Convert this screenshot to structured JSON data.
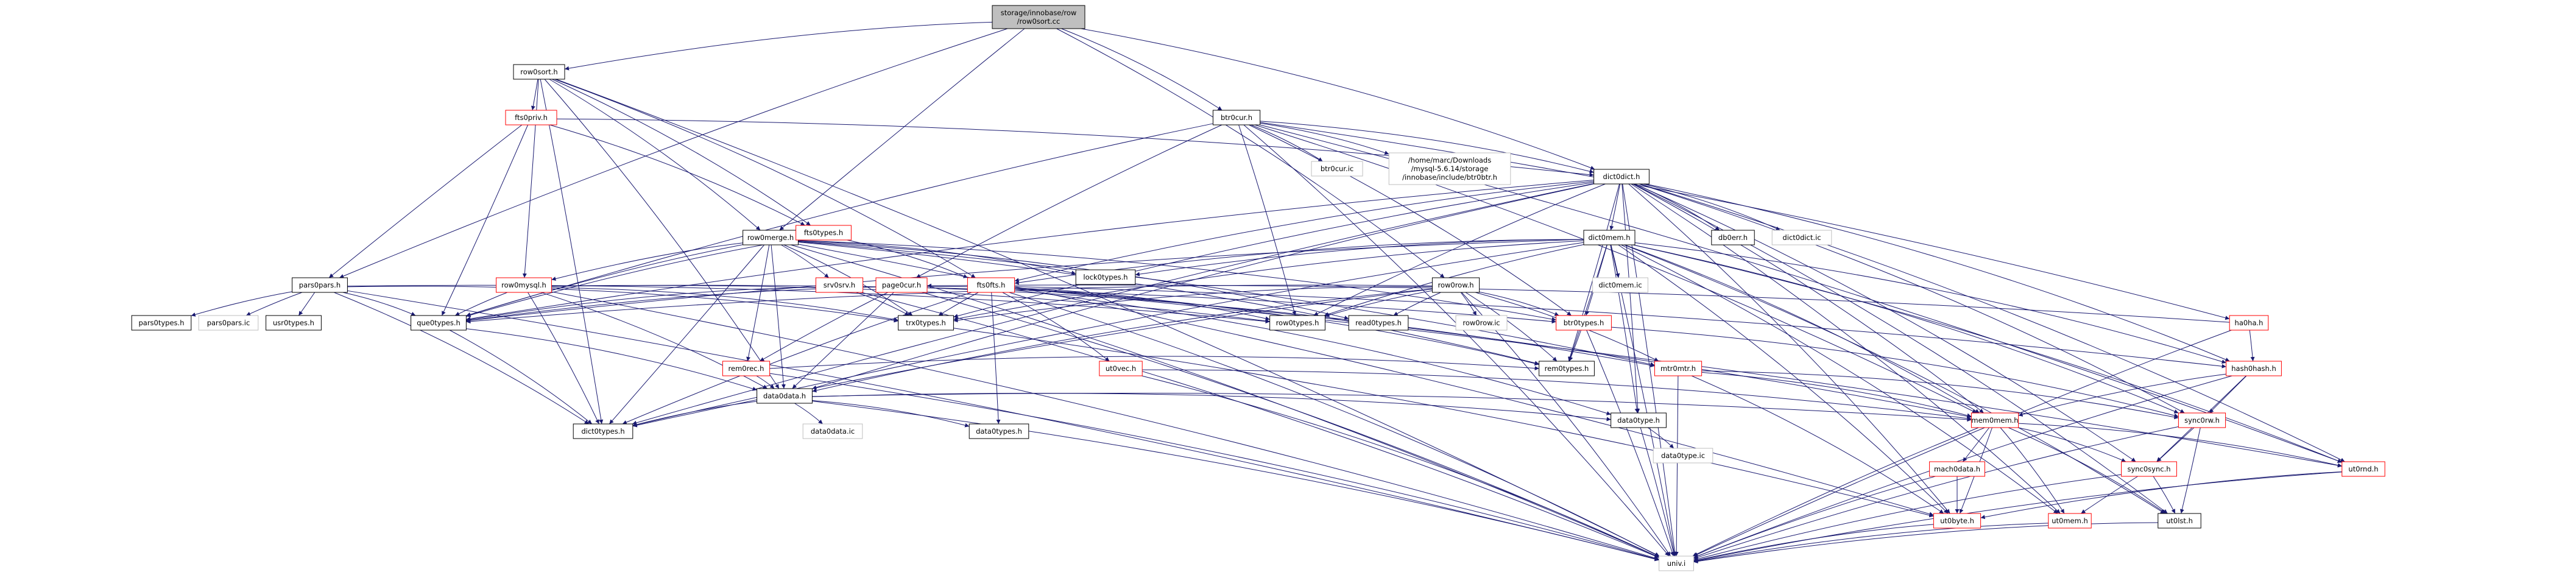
{
  "nodes": [
    {
      "id": "n_root",
      "label": "storage/innobase/row\n/row0sort.cc",
      "style": "root"
    },
    {
      "id": "n_row0sort",
      "label": "row0sort.h",
      "style": "black"
    },
    {
      "id": "n_btr0cur",
      "label": "btr0cur.h",
      "style": "black"
    },
    {
      "id": "n_fts0priv",
      "label": "fts0priv.h",
      "style": "red"
    },
    {
      "id": "n_btr0cur_ic",
      "label": "btr0cur.ic",
      "style": "gray"
    },
    {
      "id": "n_btr0btr",
      "label": "/home/marc/Downloads\n/mysql-5.6.14/storage\n/innobase/include/btr0btr.h",
      "style": "gray"
    },
    {
      "id": "n_dict0dict",
      "label": "dict0dict.h",
      "style": "black"
    },
    {
      "id": "n_row0merge",
      "label": "row0merge.h",
      "style": "black"
    },
    {
      "id": "n_fts0types",
      "label": "fts0types.h",
      "style": "red"
    },
    {
      "id": "n_db0err",
      "label": "db0err.h",
      "style": "black"
    },
    {
      "id": "n_dict0dict_ic",
      "label": "dict0dict.ic",
      "style": "gray"
    },
    {
      "id": "n_dict0mem",
      "label": "dict0mem.h",
      "style": "black"
    },
    {
      "id": "n_pars0pars",
      "label": "pars0pars.h",
      "style": "black"
    },
    {
      "id": "n_row0mysql",
      "label": "row0mysql.h",
      "style": "red"
    },
    {
      "id": "n_srv0srv",
      "label": "srv0srv.h",
      "style": "red"
    },
    {
      "id": "n_page0cur",
      "label": "page0cur.h",
      "style": "red"
    },
    {
      "id": "n_lock0types",
      "label": "lock0types.h",
      "style": "black"
    },
    {
      "id": "n_fts0fts",
      "label": "fts0fts.h",
      "style": "red"
    },
    {
      "id": "n_row0row",
      "label": "row0row.h",
      "style": "black"
    },
    {
      "id": "n_dict0mem_ic",
      "label": "dict0mem.ic",
      "style": "gray"
    },
    {
      "id": "n_btr0types",
      "label": "btr0types.h",
      "style": "red"
    },
    {
      "id": "n_ha0ha",
      "label": "ha0ha.h",
      "style": "red"
    },
    {
      "id": "n_pars0types",
      "label": "pars0types.h",
      "style": "black"
    },
    {
      "id": "n_pars0pars_ic",
      "label": "pars0pars.ic",
      "style": "gray"
    },
    {
      "id": "n_usr0types",
      "label": "usr0types.h",
      "style": "black"
    },
    {
      "id": "n_que0types",
      "label": "que0types.h",
      "style": "black"
    },
    {
      "id": "n_trx0types",
      "label": "trx0types.h",
      "style": "black"
    },
    {
      "id": "n_row0types",
      "label": "row0types.h",
      "style": "black"
    },
    {
      "id": "n_read0types",
      "label": "read0types.h",
      "style": "black"
    },
    {
      "id": "n_row0row_ic",
      "label": "row0row.ic",
      "style": "gray"
    },
    {
      "id": "n_rem0types",
      "label": "rem0types.h",
      "style": "black"
    },
    {
      "id": "n_hash0hash",
      "label": "hash0hash.h",
      "style": "red"
    },
    {
      "id": "n_rem0rec",
      "label": "rem0rec.h",
      "style": "red"
    },
    {
      "id": "n_ut0vec",
      "label": "ut0vec.h",
      "style": "red"
    },
    {
      "id": "n_mtr0mtr",
      "label": "mtr0mtr.h",
      "style": "red"
    },
    {
      "id": "n_data0data",
      "label": "data0data.h",
      "style": "black"
    },
    {
      "id": "n_data0data_ic",
      "label": "data0data.ic",
      "style": "gray"
    },
    {
      "id": "n_data0types",
      "label": "data0types.h",
      "style": "black"
    },
    {
      "id": "n_dict0types",
      "label": "dict0types.h",
      "style": "black"
    },
    {
      "id": "n_data0type",
      "label": "data0type.h",
      "style": "black"
    },
    {
      "id": "n_data0type_ic",
      "label": "data0type.ic",
      "style": "gray"
    },
    {
      "id": "n_mem0mem",
      "label": "mem0mem.h",
      "style": "red"
    },
    {
      "id": "n_sync0rw",
      "label": "sync0rw.h",
      "style": "red"
    },
    {
      "id": "n_mach0data",
      "label": "mach0data.h",
      "style": "red"
    },
    {
      "id": "n_sync0sync",
      "label": "sync0sync.h",
      "style": "red"
    },
    {
      "id": "n_ut0rnd",
      "label": "ut0rnd.h",
      "style": "red"
    },
    {
      "id": "n_ut0byte",
      "label": "ut0byte.h",
      "style": "red"
    },
    {
      "id": "n_ut0mem",
      "label": "ut0mem.h",
      "style": "red"
    },
    {
      "id": "n_ut0lst",
      "label": "ut0lst.h",
      "style": "black"
    },
    {
      "id": "n_univ",
      "label": "univ.i",
      "style": "gray"
    }
  ],
  "edges": [
    [
      "n_root",
      "n_row0sort"
    ],
    [
      "n_root",
      "n_btr0cur"
    ],
    [
      "n_root",
      "n_row0merge"
    ],
    [
      "n_root",
      "n_pars0pars"
    ],
    [
      "n_root",
      "n_row0row"
    ],
    [
      "n_root",
      "n_dict0dict"
    ],
    [
      "n_row0sort",
      "n_fts0priv"
    ],
    [
      "n_row0sort",
      "n_fts0types"
    ],
    [
      "n_row0sort",
      "n_fts0fts"
    ],
    [
      "n_row0sort",
      "n_row0merge"
    ],
    [
      "n_row0sort",
      "n_row0mysql"
    ],
    [
      "n_row0sort",
      "n_dict0types"
    ],
    [
      "n_row0sort",
      "n_data0data"
    ],
    [
      "n_row0sort",
      "n_univ"
    ],
    [
      "n_fts0priv",
      "n_dict0dict"
    ],
    [
      "n_fts0priv",
      "n_pars0pars"
    ],
    [
      "n_fts0priv",
      "n_que0types"
    ],
    [
      "n_fts0priv",
      "n_fts0types"
    ],
    [
      "n_btr0cur",
      "n_btr0cur_ic"
    ],
    [
      "n_btr0cur",
      "n_btr0btr"
    ],
    [
      "n_btr0cur",
      "n_dict0dict"
    ],
    [
      "n_btr0cur",
      "n_page0cur"
    ],
    [
      "n_btr0cur",
      "n_btr0types"
    ],
    [
      "n_btr0cur",
      "n_que0types"
    ],
    [
      "n_btr0cur",
      "n_row0types"
    ],
    [
      "n_btr0cur",
      "n_ha0ha"
    ],
    [
      "n_btr0cur",
      "n_ut0rnd"
    ],
    [
      "n_btr0cur",
      "n_mem0mem"
    ],
    [
      "n_btr0cur",
      "n_univ"
    ],
    [
      "n_dict0dict",
      "n_db0err"
    ],
    [
      "n_dict0dict",
      "n_dict0dict_ic"
    ],
    [
      "n_dict0dict",
      "n_dict0mem"
    ],
    [
      "n_dict0dict",
      "n_dict0types"
    ],
    [
      "n_dict0dict",
      "n_data0type"
    ],
    [
      "n_dict0dict",
      "n_data0data"
    ],
    [
      "n_dict0dict",
      "n_rem0types"
    ],
    [
      "n_dict0dict",
      "n_mem0mem"
    ],
    [
      "n_dict0dict",
      "n_hash0hash"
    ],
    [
      "n_dict0dict",
      "n_ut0rnd"
    ],
    [
      "n_dict0dict",
      "n_ut0byte"
    ],
    [
      "n_dict0dict",
      "n_ut0mem"
    ],
    [
      "n_dict0dict",
      "n_ut0lst"
    ],
    [
      "n_dict0dict",
      "n_trx0types"
    ],
    [
      "n_dict0dict",
      "n_row0types"
    ],
    [
      "n_dict0dict",
      "n_fts0fts"
    ],
    [
      "n_dict0dict",
      "n_sync0sync"
    ],
    [
      "n_dict0dict",
      "n_sync0rw"
    ],
    [
      "n_dict0dict",
      "n_que0types"
    ],
    [
      "n_dict0dict",
      "n_univ"
    ],
    [
      "n_row0merge",
      "n_fts0types"
    ],
    [
      "n_row0merge",
      "n_que0types"
    ],
    [
      "n_row0merge",
      "n_trx0types"
    ],
    [
      "n_row0merge",
      "n_mtr0mtr"
    ],
    [
      "n_row0merge",
      "n_rem0types"
    ],
    [
      "n_row0merge",
      "n_rem0rec"
    ],
    [
      "n_row0merge",
      "n_read0types"
    ],
    [
      "n_row0merge",
      "n_btr0types"
    ],
    [
      "n_row0merge",
      "n_row0mysql"
    ],
    [
      "n_row0merge",
      "n_lock0types"
    ],
    [
      "n_row0merge",
      "n_srv0srv"
    ],
    [
      "n_row0merge",
      "n_dict0types"
    ],
    [
      "n_row0merge",
      "n_data0data"
    ],
    [
      "n_row0merge",
      "n_univ"
    ],
    [
      "n_row0merge",
      "n_ut0byte"
    ],
    [
      "n_fts0types",
      "n_que0types"
    ],
    [
      "n_fts0types",
      "n_fts0fts"
    ],
    [
      "n_dict0mem",
      "n_dict0types"
    ],
    [
      "n_dict0mem",
      "n_data0type"
    ],
    [
      "n_dict0mem",
      "n_mem0mem"
    ],
    [
      "n_dict0mem",
      "n_row0types"
    ],
    [
      "n_dict0mem",
      "n_rem0types"
    ],
    [
      "n_dict0mem",
      "n_btr0types"
    ],
    [
      "n_dict0mem",
      "n_lock0types"
    ],
    [
      "n_dict0mem",
      "n_que0types"
    ],
    [
      "n_dict0mem",
      "n_sync0rw"
    ],
    [
      "n_dict0mem",
      "n_ut0mem"
    ],
    [
      "n_dict0mem",
      "n_ut0lst"
    ],
    [
      "n_dict0mem",
      "n_ut0rnd"
    ],
    [
      "n_dict0mem",
      "n_ut0byte"
    ],
    [
      "n_dict0mem",
      "n_hash0hash"
    ],
    [
      "n_dict0mem",
      "n_trx0types"
    ],
    [
      "n_dict0mem",
      "n_fts0fts"
    ],
    [
      "n_dict0mem",
      "n_dict0mem_ic"
    ],
    [
      "n_dict0mem",
      "n_univ"
    ],
    [
      "n_pars0pars",
      "n_que0types"
    ],
    [
      "n_pars0pars",
      "n_usr0types"
    ],
    [
      "n_pars0pars",
      "n_trx0types"
    ],
    [
      "n_pars0pars",
      "n_row0types"
    ],
    [
      "n_pars0pars",
      "n_pars0types"
    ],
    [
      "n_pars0pars",
      "n_pars0pars_ic"
    ],
    [
      "n_pars0pars",
      "n_dict0types"
    ],
    [
      "n_pars0pars",
      "n_univ"
    ],
    [
      "n_row0mysql",
      "n_data0data"
    ],
    [
      "n_row0mysql",
      "n_que0types"
    ],
    [
      "n_row0mysql",
      "n_dict0types"
    ],
    [
      "n_row0mysql",
      "n_trx0types"
    ],
    [
      "n_row0mysql",
      "n_row0types"
    ],
    [
      "n_row0mysql",
      "n_btr0types"
    ],
    [
      "n_row0mysql",
      "n_univ"
    ],
    [
      "n_srv0srv",
      "n_que0types"
    ],
    [
      "n_srv0srv",
      "n_trx0types"
    ],
    [
      "n_srv0srv",
      "n_univ"
    ],
    [
      "n_page0cur",
      "n_rem0rec"
    ],
    [
      "n_page0cur",
      "n_data0data"
    ],
    [
      "n_page0cur",
      "n_mtr0mtr"
    ],
    [
      "n_page0cur",
      "n_univ"
    ],
    [
      "n_fts0fts",
      "n_data0type"
    ],
    [
      "n_fts0fts",
      "n_data0types"
    ],
    [
      "n_fts0fts",
      "n_dict0types"
    ],
    [
      "n_fts0fts",
      "n_hash0hash"
    ],
    [
      "n_fts0fts",
      "n_mem0mem"
    ],
    [
      "n_fts0fts",
      "n_rem0types"
    ],
    [
      "n_fts0fts",
      "n_row0types"
    ],
    [
      "n_fts0fts",
      "n_trx0types"
    ],
    [
      "n_fts0fts",
      "n_ut0vec"
    ],
    [
      "n_fts0fts",
      "n_ut0rnd"
    ],
    [
      "n_fts0fts",
      "n_que0types"
    ],
    [
      "n_fts0fts",
      "n_univ"
    ],
    [
      "n_row0row",
      "n_data0data"
    ],
    [
      "n_row0row",
      "n_dict0types"
    ],
    [
      "n_row0row",
      "n_trx0types"
    ],
    [
      "n_row0row",
      "n_que0types"
    ],
    [
      "n_row0row",
      "n_mtr0mtr"
    ],
    [
      "n_row0row",
      "n_rem0types"
    ],
    [
      "n_row0row",
      "n_read0types"
    ],
    [
      "n_row0row",
      "n_row0types"
    ],
    [
      "n_row0row",
      "n_btr0types"
    ],
    [
      "n_row0row",
      "n_row0row_ic"
    ],
    [
      "n_row0row",
      "n_univ"
    ],
    [
      "n_btr0types",
      "n_rem0types"
    ],
    [
      "n_btr0types",
      "n_sync0rw"
    ],
    [
      "n_btr0types",
      "n_univ"
    ],
    [
      "n_ha0ha",
      "n_hash0hash"
    ],
    [
      "n_ha0ha",
      "n_page0cur"
    ],
    [
      "n_ha0ha",
      "n_univ"
    ],
    [
      "n_que0types",
      "n_data0data"
    ],
    [
      "n_que0types",
      "n_dict0types"
    ],
    [
      "n_trx0types",
      "n_ut0byte"
    ],
    [
      "n_hash0hash",
      "n_mem0mem"
    ],
    [
      "n_hash0hash",
      "n_sync0sync"
    ],
    [
      "n_hash0hash",
      "n_sync0rw"
    ],
    [
      "n_hash0hash",
      "n_univ"
    ],
    [
      "n_rem0rec",
      "n_data0data"
    ],
    [
      "n_rem0rec",
      "n_rem0types"
    ],
    [
      "n_rem0rec",
      "n_univ"
    ],
    [
      "n_ut0vec",
      "n_mem0mem"
    ],
    [
      "n_ut0vec",
      "n_univ"
    ],
    [
      "n_mtr0mtr",
      "n_mem0mem"
    ],
    [
      "n_mtr0mtr",
      "n_ut0byte"
    ],
    [
      "n_mtr0mtr",
      "n_sync0rw"
    ],
    [
      "n_mtr0mtr",
      "n_univ"
    ],
    [
      "n_data0data",
      "n_data0types"
    ],
    [
      "n_data0data",
      "n_data0type"
    ],
    [
      "n_data0data",
      "n_mem0mem"
    ],
    [
      "n_data0data",
      "n_dict0types"
    ],
    [
      "n_data0data",
      "n_data0data_ic"
    ],
    [
      "n_data0data",
      "n_univ"
    ],
    [
      "n_data0type",
      "n_data0type_ic"
    ],
    [
      "n_data0type",
      "n_univ"
    ],
    [
      "n_mem0mem",
      "n_ut0mem"
    ],
    [
      "n_mem0mem",
      "n_ut0byte"
    ],
    [
      "n_mem0mem",
      "n_ut0rnd"
    ],
    [
      "n_mem0mem",
      "n_sync0sync"
    ],
    [
      "n_mem0mem",
      "n_mach0data"
    ],
    [
      "n_mem0mem",
      "n_ut0lst"
    ],
    [
      "n_mem0mem",
      "n_univ"
    ],
    [
      "n_sync0rw",
      "n_sync0sync"
    ],
    [
      "n_sync0rw",
      "n_ut0lst"
    ],
    [
      "n_sync0rw",
      "n_univ"
    ],
    [
      "n_mach0data",
      "n_ut0byte"
    ],
    [
      "n_mach0data",
      "n_univ"
    ],
    [
      "n_sync0sync",
      "n_ut0lst"
    ],
    [
      "n_sync0sync",
      "n_ut0mem"
    ],
    [
      "n_sync0sync",
      "n_univ"
    ],
    [
      "n_ut0rnd",
      "n_ut0byte"
    ],
    [
      "n_ut0rnd",
      "n_univ"
    ],
    [
      "n_ut0byte",
      "n_univ"
    ],
    [
      "n_ut0mem",
      "n_univ"
    ],
    [
      "n_ut0lst",
      "n_univ"
    ]
  ],
  "styles": {
    "root": {
      "fill": "#bfbfbf",
      "stroke": "#000000"
    },
    "black": {
      "fill": "#ffffff",
      "stroke": "#000000"
    },
    "red": {
      "fill": "#ffffff",
      "stroke": "#ff0000"
    },
    "gray": {
      "fill": "#ffffff",
      "stroke": "#bfbfbf"
    },
    "edge": "#191970"
  }
}
